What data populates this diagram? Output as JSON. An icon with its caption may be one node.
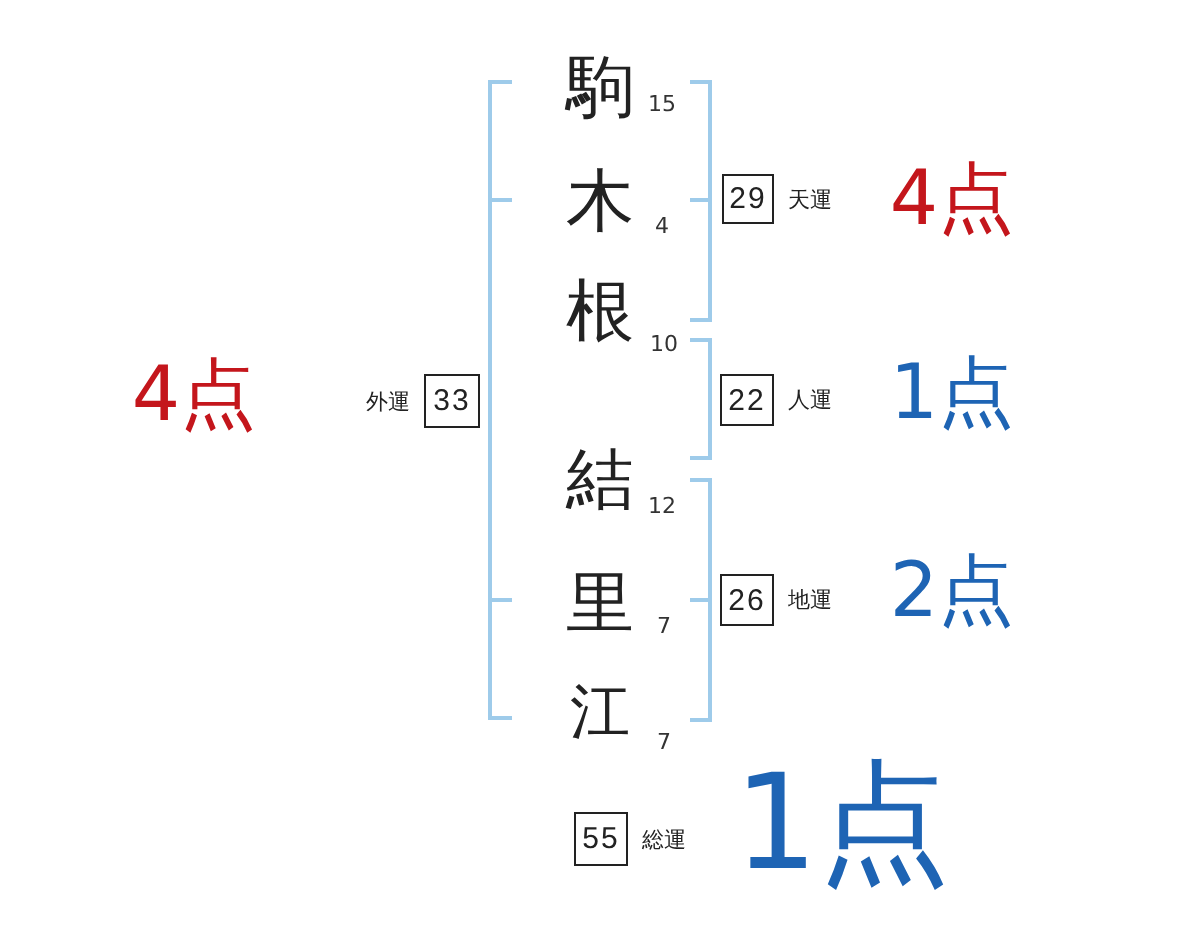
{
  "diagram": {
    "nodes": [
      {
        "text": [
          "29"
        ],
        "beside": [
          "天運"
        ]
      },
      {
        "text": [
          "33"
        ],
        "beside": [
          "外運"
        ]
      },
      {
        "text": [
          "22"
        ],
        "beside": [
          "人運"
        ]
      },
      {
        "text": [
          "26"
        ],
        "beside": [
          "地運"
        ]
      },
      {
        "text": [
          "55"
        ],
        "beside": [
          "総運"
        ]
      }
    ],
    "labels": [
      "駒",
      "15",
      "木",
      "4",
      "根",
      "10",
      "結",
      "12",
      "里",
      "7",
      "江",
      "7",
      "4点",
      "1点",
      "2点",
      "4点",
      "1点"
    ]
  }
}
